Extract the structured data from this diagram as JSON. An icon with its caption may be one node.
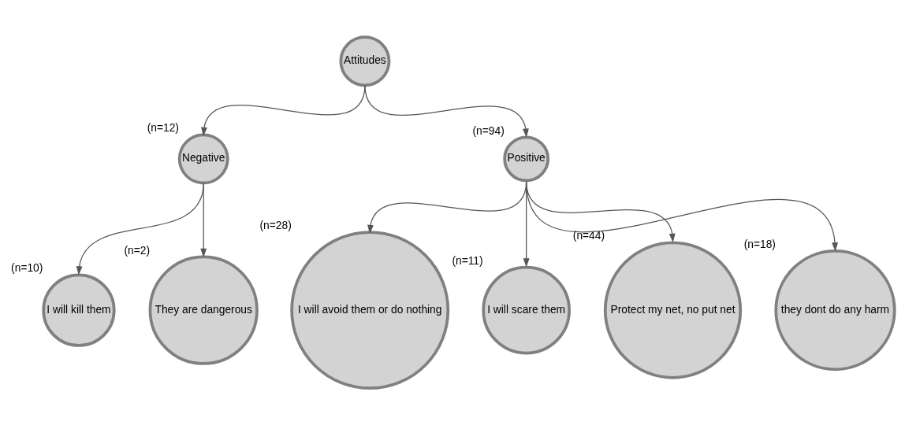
{
  "diagram": {
    "nodes": [
      {
        "text": [
          "Attitudes"
        ]
      },
      {
        "text": [
          "Negative"
        ],
        "beside": [
          "(n=12)"
        ]
      },
      {
        "text": [
          "Positive"
        ],
        "beside": [
          "(n=94)"
        ]
      },
      {
        "text": [
          "I will kill them"
        ],
        "beside": [
          "(n=10)"
        ]
      },
      {
        "text": [
          "They are dangerous"
        ],
        "beside": [
          "(n=2)"
        ]
      },
      {
        "text": [
          "I will avoid them or do nothing"
        ],
        "beside": [
          "(n=28)"
        ]
      },
      {
        "text": [
          "I will scare them"
        ],
        "beside": [
          "(n=11)"
        ]
      },
      {
        "text": [
          "Protect my net, no put net"
        ],
        "beside": [
          "(n=44)"
        ]
      },
      {
        "text": [
          "they dont do any harm"
        ],
        "beside": [
          "(n=18)"
        ]
      }
    ],
    "edges": [
      {
        "from": 0,
        "to": 1,
        "arrow": "to"
      },
      {
        "from": 0,
        "to": 2,
        "arrow": "to"
      },
      {
        "from": 1,
        "to": 3,
        "arrow": "to"
      },
      {
        "from": 1,
        "to": 4,
        "arrow": "to"
      },
      {
        "from": 2,
        "to": 5,
        "arrow": "to"
      },
      {
        "from": 2,
        "to": 6,
        "arrow": "to"
      },
      {
        "from": 2,
        "to": 7,
        "arrow": "to"
      },
      {
        "from": 2,
        "to": 8,
        "arrow": "to"
      }
    ]
  }
}
